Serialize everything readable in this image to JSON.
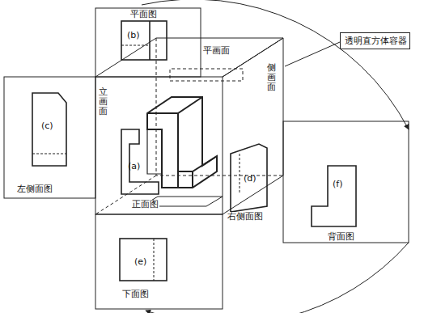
{
  "diagram": {
    "nodes": [
      {
        "text": [
          "透明直方体容器"
        ]
      }
    ],
    "labels": [
      "平面图",
      "(b)",
      "平画面",
      "侧画面",
      "立画面",
      "(c)",
      "左侧面图",
      "(a)",
      "正面图",
      "(d)",
      "右侧面图",
      "(f)",
      "背面图",
      "(e)",
      "下面图"
    ]
  }
}
